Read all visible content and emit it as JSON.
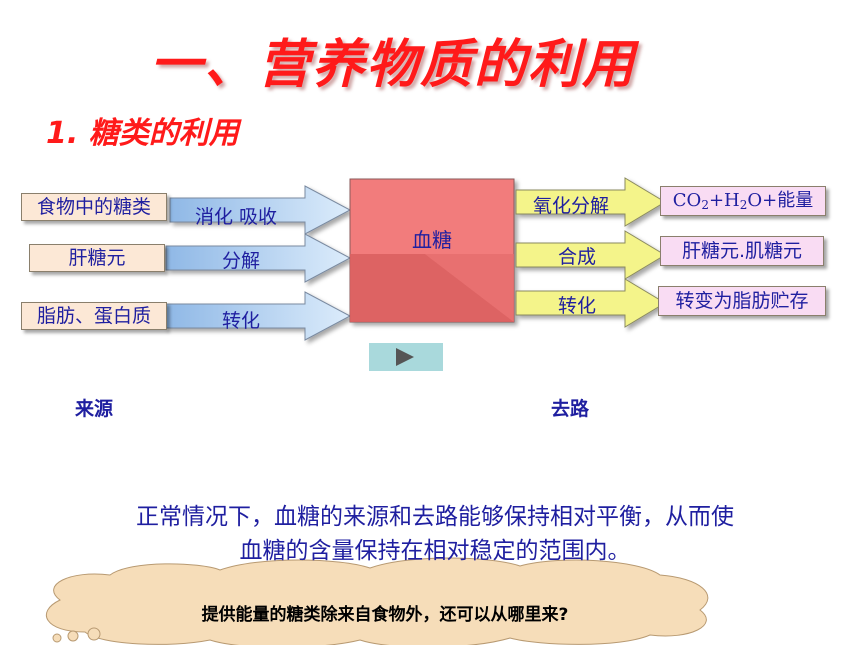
{
  "title": "一、营养物质的利用",
  "subtitle": "1. 糖类的利用",
  "center": {
    "label": "血糖"
  },
  "sources": [
    {
      "box": "食物中的糖类",
      "arrow": "消化  吸收"
    },
    {
      "box": "肝糖元",
      "arrow": "分解"
    },
    {
      "box": "脂肪、蛋白质",
      "arrow": "转化"
    }
  ],
  "destinations": [
    {
      "arrow": "氧化分解",
      "box_main": "CO",
      "box_sub1": "2",
      "box_mid": "+H",
      "box_sub2": "2",
      "box_end": "O+能量"
    },
    {
      "arrow": "合成",
      "box": "肝糖元.肌糖元"
    },
    {
      "arrow": "转化",
      "box": "转变为脂肪贮存"
    }
  ],
  "labels": {
    "source": "来源",
    "destination": "去路"
  },
  "paragraph": {
    "line1": "正常情况下，血糖的来源和去路能够保持相对平衡，从而使",
    "line2": "血糖的含量保持在相对稳定的范围内。"
  },
  "question": "提供能量的糖类除来自食物外，还可以从哪里来?",
  "colors": {
    "title": "#ff1a1a",
    "text": "#1f1fa0",
    "source_arrow": "#b8d6f2",
    "destination_arrow": "#f4f48a",
    "center_box": "#f07a7a",
    "cloud": "#f6ddb9"
  },
  "icons": {
    "play": "play-icon"
  }
}
